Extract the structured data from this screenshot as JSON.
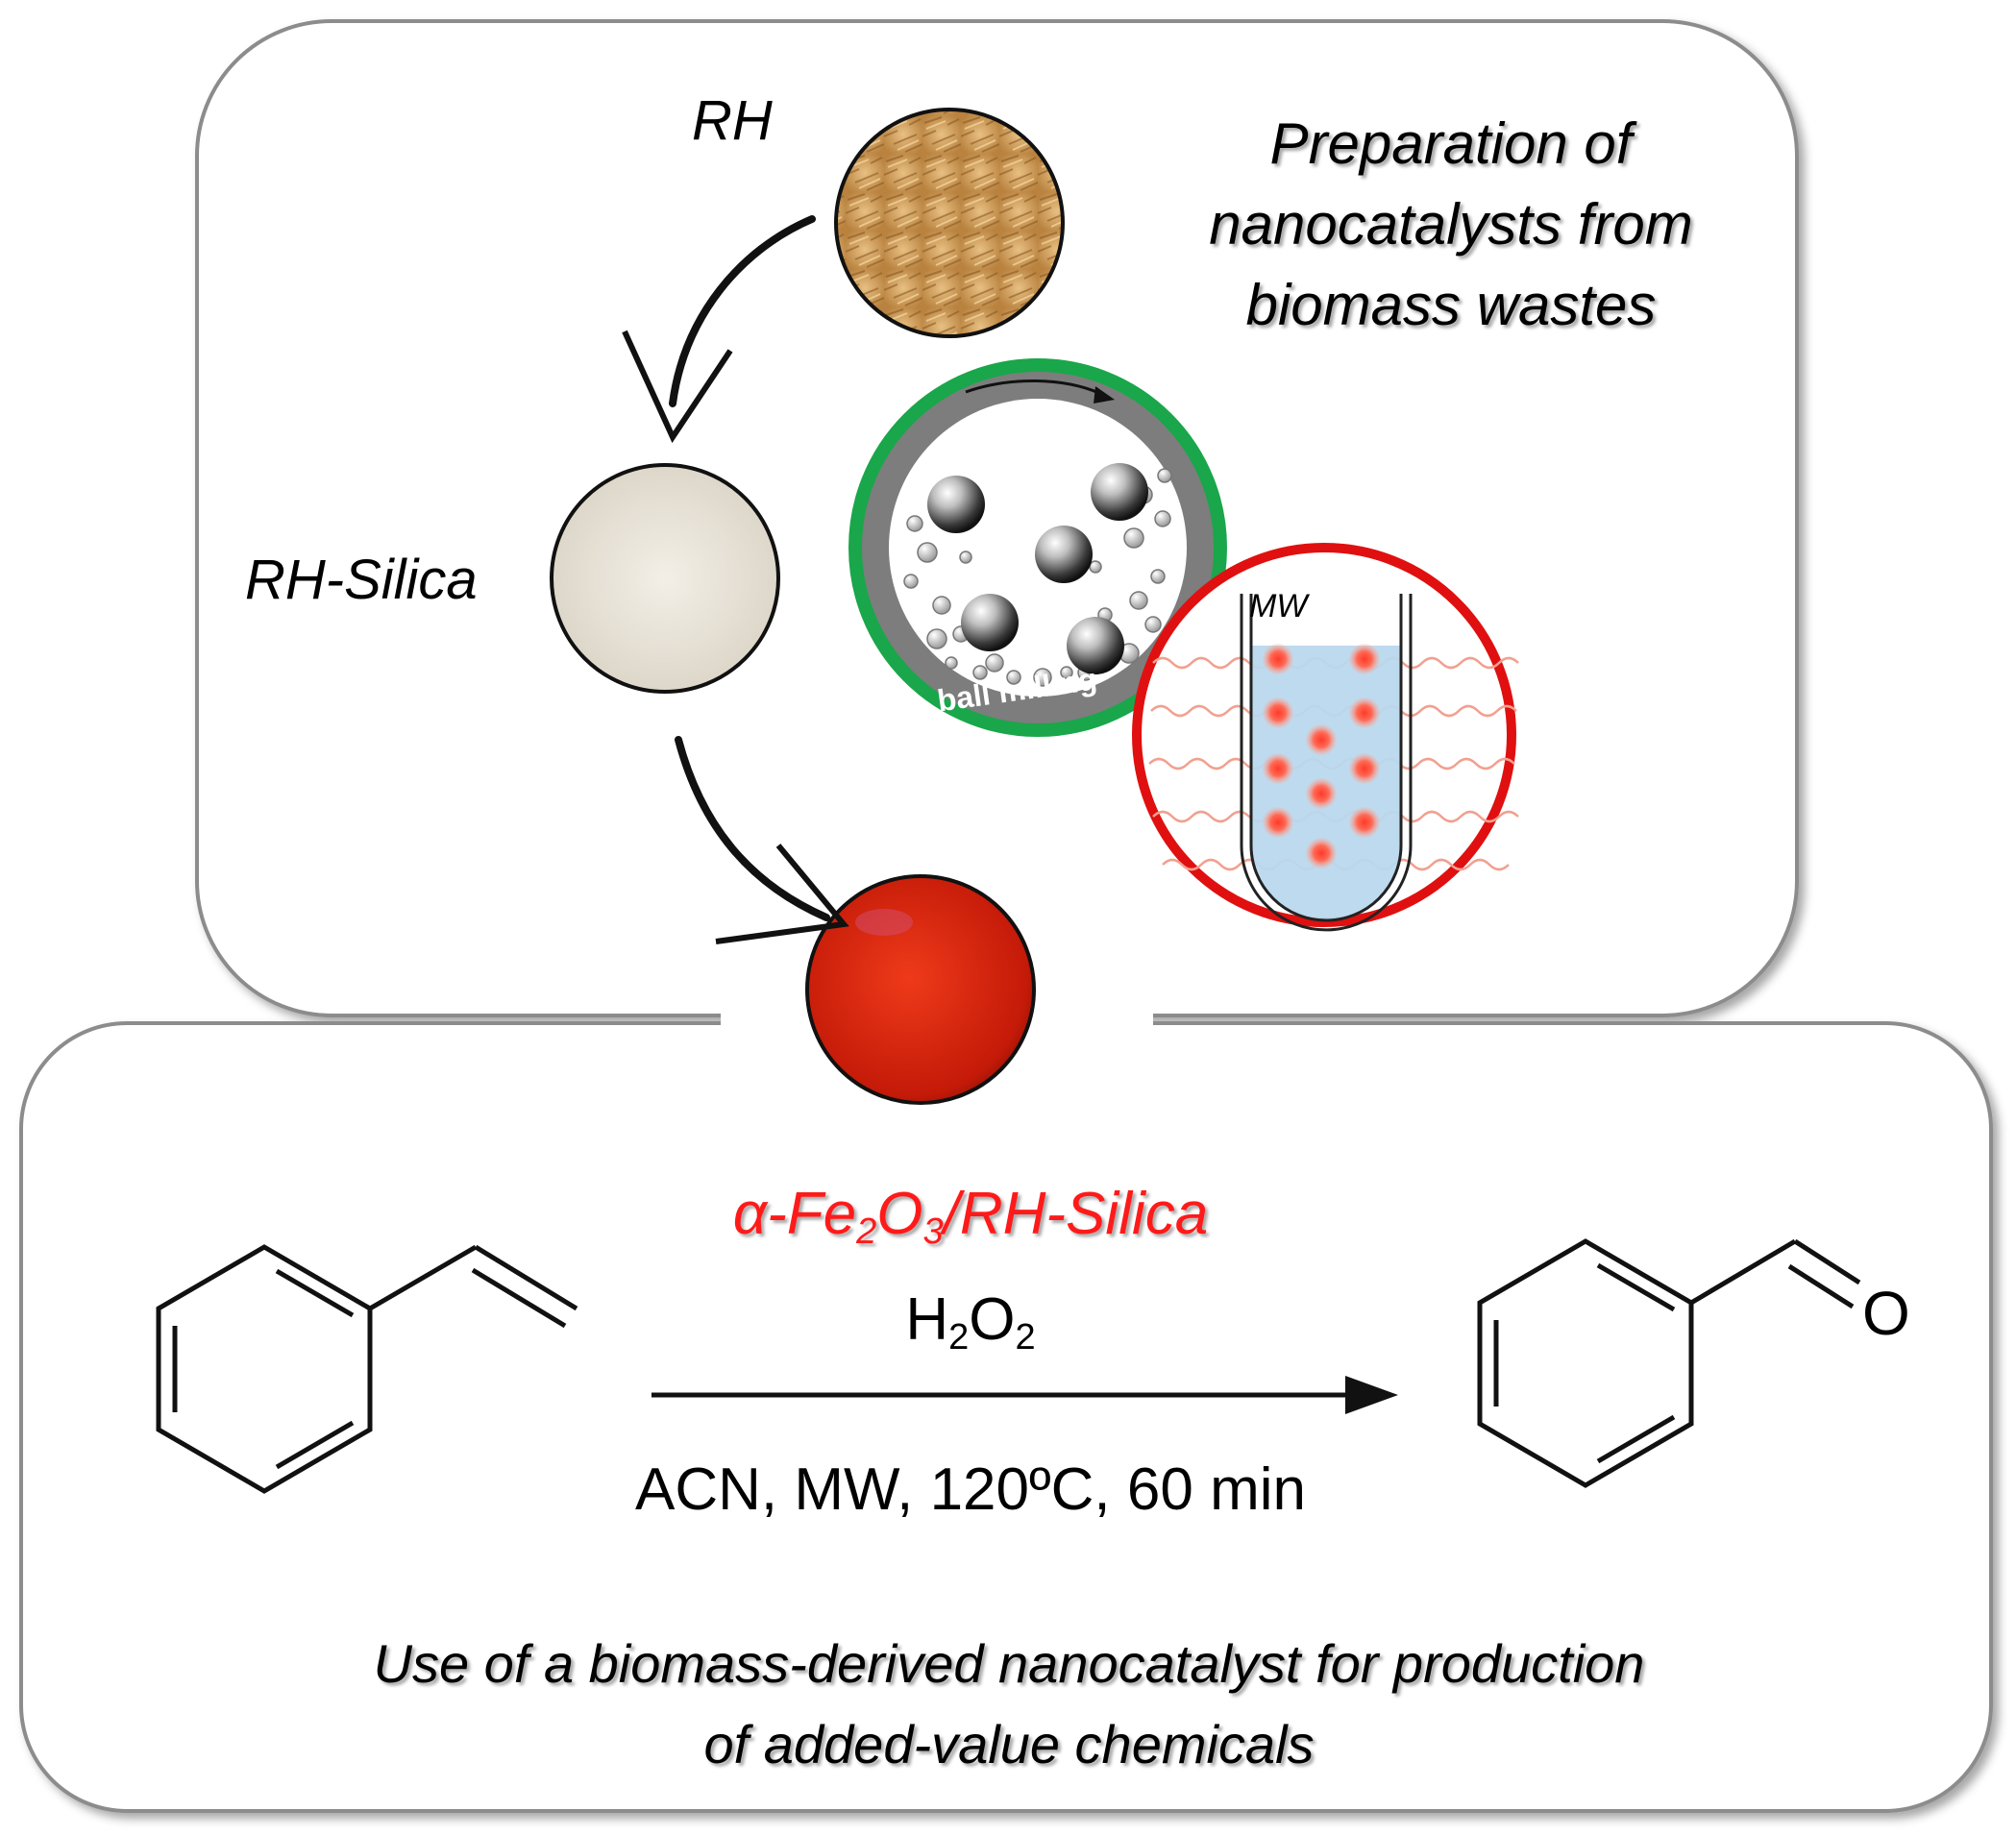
{
  "top_panel": {
    "title_lines": [
      "Preparation of",
      "nanocatalysts from",
      "biomass wastes"
    ],
    "rh_label": "RH",
    "rh_silica_label": "RH-Silica",
    "ball_milling_label": "ball milling",
    "mw_label": "MW"
  },
  "bottom_panel": {
    "catalyst": {
      "prefix": "α-Fe",
      "sub1": "2",
      "mid": "O",
      "sub2": "3",
      "suffix": "/RH-Silica"
    },
    "reagent": {
      "prefix": "H",
      "sub1": "2",
      "mid": "O",
      "sub2": "2"
    },
    "conditions": "ACN, MW, 120ºC, 60 min",
    "product_atom": "O",
    "title_lines": [
      "Use of a biomass-derived nanocatalyst for production",
      "of added-value chemicals"
    ]
  },
  "colors": {
    "catalyst_text": "#ff1a1a",
    "ball_mill_ring": "#1aa64a",
    "mw_ring": "#e01010",
    "rh_fill": "#d8a865",
    "silica_fill": "#ece7dc",
    "fe2o3_fill": "#d4200c"
  }
}
